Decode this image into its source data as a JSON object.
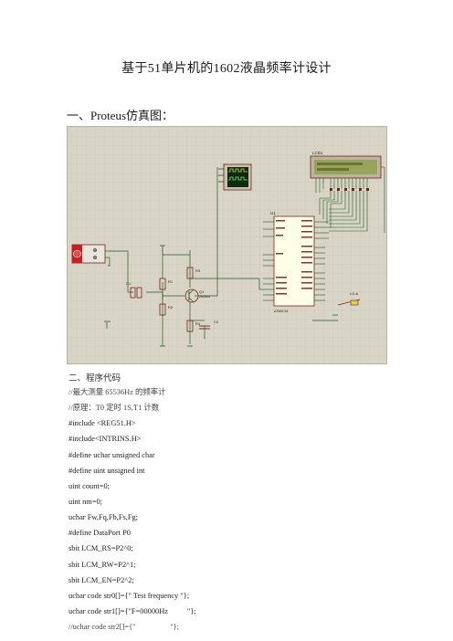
{
  "document": {
    "title": "基于51单片机的1602液晶频率计设计",
    "section1": "一、Proteus仿真图：",
    "section2": "二、程序代码",
    "code_lines": [
      "//最大测量 65536Hz 的频率计",
      "//原理：T0 定时 1S,T1 计数",
      "#include <REG51.H>",
      "#include<INTRINS.H>",
      "#define uchar unsigned char",
      "#define uint unsigned int",
      "uint count=0;",
      "uint nm=0;",
      "uchar Fw,Fq,Fb,Fs,Fg;",
      "#define DataPort P0",
      "sbit LCM_RS=P2^0;",
      "sbit LCM_RW=P2^1;",
      "sbit LCM_EN=P2^2;",
      "uchar code str0[]={\" Test frequency \"};",
      "uchar code str1[]={\"F=00000Hz          \"};",
      "//uchar code str2[]={\"                  \"};"
    ]
  },
  "schematic": {
    "lcd_label": "LCD1",
    "mcu_label": "U1",
    "mcu_part": "AT89C51",
    "capacitor_labels": [
      "C1",
      "C2"
    ],
    "resistor_labels": [
      "R1",
      "R2",
      "R3",
      "R4"
    ],
    "transistor_label": "Q1",
    "transistor_part": "2N3904",
    "logic_probe_label": "LO-A",
    "colors": {
      "background": "#d9d5c6",
      "grid": "#cbc6b5",
      "wire": "#1f5a24",
      "component_outline": "#7a1e1e",
      "chip_fill": "#ffffe8",
      "lcd_screen": "#9aa35a",
      "scope_screen": "#0e2a0e",
      "scope_trace": "#d6d64a",
      "generator_red": "#c81e1e"
    }
  }
}
